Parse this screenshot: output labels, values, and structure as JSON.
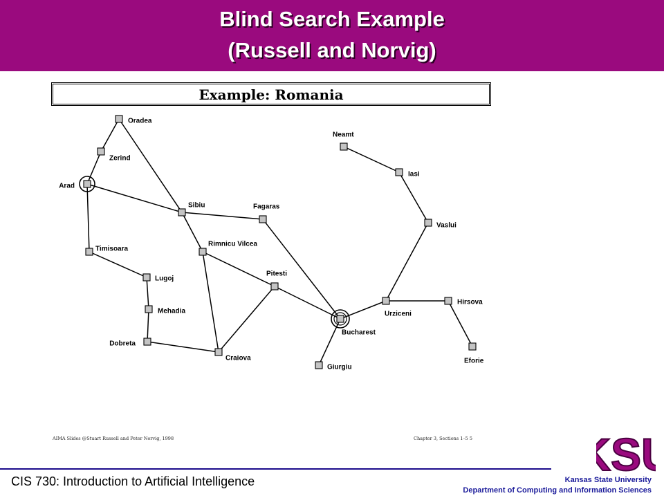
{
  "slide": {
    "title_line1": "Blind Search Example",
    "title_line2": "(Russell and Norvig)"
  },
  "figure": {
    "title": "Example: Romania",
    "credit_left": "AIMA Slides @Stuart Russell and Peter Norvig, 1998",
    "credit_right": "Chapter 3, Sections 1–5     5"
  },
  "map": {
    "start": "Arad",
    "goal": "Bucharest",
    "cities": [
      "Oradea",
      "Zerind",
      "Arad",
      "Timisoara",
      "Lugoj",
      "Mehadia",
      "Dobreta",
      "Sibiu",
      "Rimnicu Vilcea",
      "Fagaras",
      "Pitesti",
      "Craiova",
      "Bucharest",
      "Giurgiu",
      "Urziceni",
      "Hirsova",
      "Eforie",
      "Vaslui",
      "Iasi",
      "Neamt"
    ],
    "roads": [
      [
        "Oradea",
        "Zerind"
      ],
      [
        "Zerind",
        "Arad"
      ],
      [
        "Oradea",
        "Sibiu"
      ],
      [
        "Arad",
        "Sibiu"
      ],
      [
        "Arad",
        "Timisoara"
      ],
      [
        "Timisoara",
        "Lugoj"
      ],
      [
        "Lugoj",
        "Mehadia"
      ],
      [
        "Mehadia",
        "Dobreta"
      ],
      [
        "Dobreta",
        "Craiova"
      ],
      [
        "Sibiu",
        "Fagaras"
      ],
      [
        "Sibiu",
        "Rimnicu Vilcea"
      ],
      [
        "Rimnicu Vilcea",
        "Pitesti"
      ],
      [
        "Rimnicu Vilcea",
        "Craiova"
      ],
      [
        "Craiova",
        "Pitesti"
      ],
      [
        "Pitesti",
        "Bucharest"
      ],
      [
        "Fagaras",
        "Bucharest"
      ],
      [
        "Bucharest",
        "Giurgiu"
      ],
      [
        "Bucharest",
        "Urziceni"
      ],
      [
        "Urziceni",
        "Hirsova"
      ],
      [
        "Hirsova",
        "Eforie"
      ],
      [
        "Urziceni",
        "Vaslui"
      ],
      [
        "Vaslui",
        "Iasi"
      ],
      [
        "Iasi",
        "Neamt"
      ]
    ]
  },
  "footer": {
    "course": "CIS 730: Introduction to Artificial Intelligence",
    "university": "Kansas State University",
    "department": "Department of Computing and Information Sciences",
    "logo_text": "KSU"
  },
  "colors": {
    "header": "#9a0a7e",
    "logo": "#9a0a7e",
    "rule": "#1a0a8a",
    "footer_text": "#1a1a9a"
  }
}
